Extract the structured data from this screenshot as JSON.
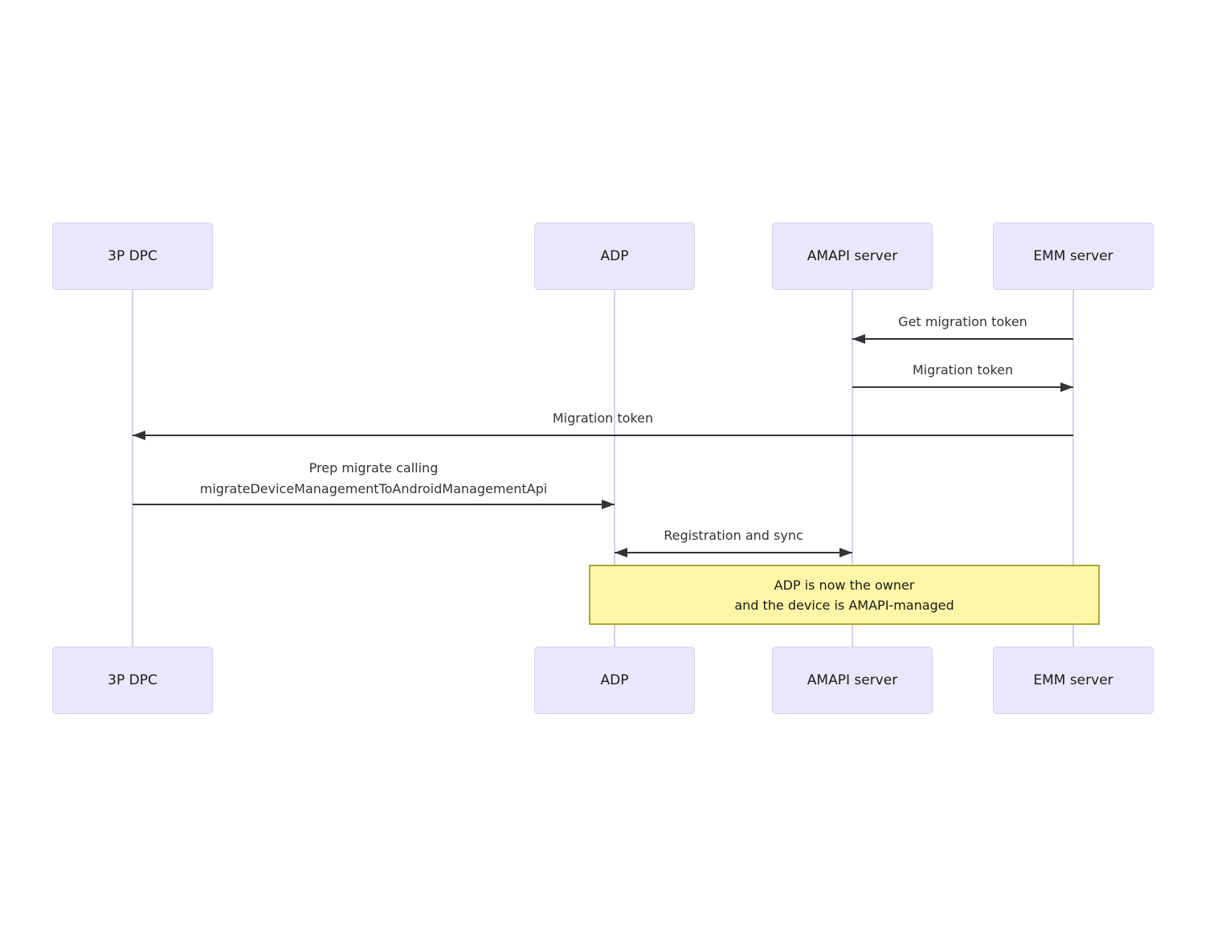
{
  "diagram": {
    "type": "sequence-diagram",
    "background": "#ffffff"
  },
  "colors": {
    "actor_fill": "#E9E7FB",
    "actor_border": "#D8CFEE",
    "lifeline": "#D8CFEE",
    "arrow": "#333333",
    "message_text": "#333333",
    "actor_text": "#1a1a1a",
    "note_fill": "#FDF6A7",
    "note_border": "#AAAA33",
    "note_text": "#1a1a1a"
  },
  "actors": [
    {
      "id": "3p-dpc",
      "label": "3P DPC"
    },
    {
      "id": "adp",
      "label": "ADP"
    },
    {
      "id": "amapi-server",
      "label": "AMAPI server"
    },
    {
      "id": "emm-server",
      "label": "EMM server"
    }
  ],
  "messages": [
    {
      "label": "Get migration token",
      "from": "EMM server",
      "to": "AMAPI server",
      "direction": "left",
      "style": "solid"
    },
    {
      "label": "Migration token",
      "from": "AMAPI server",
      "to": "EMM server",
      "direction": "right",
      "style": "solid"
    },
    {
      "label": "Migration token",
      "from": "EMM server",
      "to": "3P DPC",
      "direction": "left",
      "style": "solid"
    },
    {
      "label_lines": [
        "Prep migrate calling",
        "migrateDeviceManagementToAndroidManagementApi"
      ],
      "from": "3P DPC",
      "to": "ADP",
      "direction": "right",
      "style": "solid"
    },
    {
      "label": "Registration and sync",
      "from": "ADP",
      "to": "AMAPI server",
      "direction": "both",
      "style": "solid"
    }
  ],
  "note": {
    "lines": [
      "ADP is now the owner",
      "and the device is AMAPI-managed"
    ],
    "spans": [
      "ADP",
      "EMM server"
    ]
  }
}
